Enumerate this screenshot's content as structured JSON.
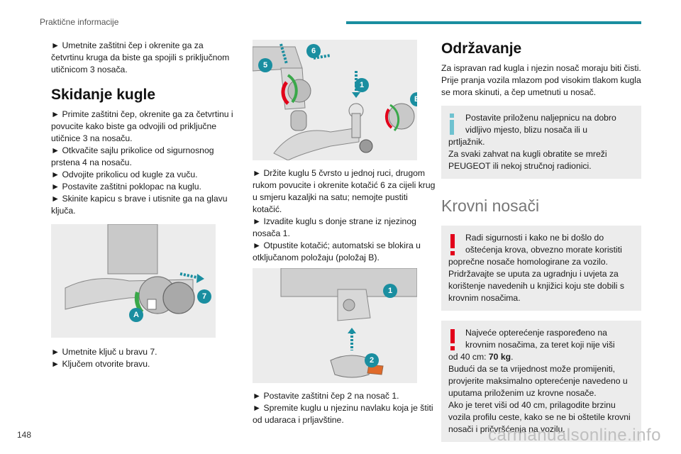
{
  "header": {
    "section_label": "Praktične informacije"
  },
  "page_number": "148",
  "watermark": "carmanualsonline.info",
  "col1": {
    "p1": "► Umetnite zaštitni čep i okrenite ga za četvrtinu kruga da biste ga spojili s priključnom utičnicom 3 nosača.",
    "heading": "Skidanje kugle",
    "steps": [
      "► Primite zaštitni čep, okrenite ga za četvrtinu i povucite kako biste ga odvojili od priključne utičnice 3 na nosaču.",
      "► Otkvačite sajlu prikolice od sigurnosnog prstena 4 na nosaču.",
      "► Odvojite prikolicu od kugle za vuču.",
      "► Postavite zaštitni poklopac na kuglu.",
      "► Skinite kapicu s brave i utisnite ga na glavu ključa."
    ],
    "figure_callouts": [
      "7",
      "A"
    ],
    "after_figure": [
      "► Umetnite ključ u bravu 7.",
      "► Ključem otvorite bravu."
    ]
  },
  "col2": {
    "figure1_callouts": [
      "6",
      "5",
      "1",
      "B"
    ],
    "text": [
      "► Držite kuglu 5 čvrsto u jednoj ruci, drugom rukom povucite i okrenite kotačić 6 za cijeli krug u smjeru kazaljki na satu; nemojte pustiti kotačić.",
      "► Izvadite kuglu s donje strane iz njezinog nosača 1.",
      "► Otpustite kotačić; automatski se blokira u otključanom položaju (položaj B)."
    ],
    "figure2_callouts": [
      "1",
      "2"
    ],
    "after_figure": [
      "► Postavite zaštitni čep 2 na nosač 1.",
      "► Spremite kuglu u njezinu navlaku koja je štiti od udaraca i prljavštine."
    ]
  },
  "col3": {
    "heading": "Održavanje",
    "p1": "Za ispravan rad kugla i njezin nosač moraju biti čisti.",
    "p2": "Prije pranja vozila mlazom pod visokim tlakom kugla se mora skinuti, a čep umetnuti u nosač.",
    "info_note": {
      "line1": "Postavite priloženu naljepnicu na dobro vidljivo mjesto, blizu nosača ili u",
      "line2": "prtljažnik.",
      "line3": "Za svaki zahvat na kugli obratite se mreži PEUGEOT ili nekoj stručnoj radionici."
    },
    "heading2": "Krovni nosači",
    "warning1": {
      "first": "Radi sigurnosti i kako ne bi došlo do oštećenja krova, obvezno morate koristiti",
      "rest": [
        "poprečne nosače homologirane za vozilo.",
        "Pridržavajte se uputa za ugradnju i uvjeta za korištenje navedenih u knjižici koju ste dobili s krovnim nosačima."
      ]
    },
    "warning2": {
      "first": "Najveće opterećenje raspoređeno na krovnim nosačima, za teret koji nije viši",
      "line_a_prefix": "od 40 cm: ",
      "line_a_value": "70 kg",
      "line_a_suffix": ".",
      "rest": [
        "Budući da se ta vrijednost može promijeniti, provjerite maksimalno opterećenje navedeno u uputama priloženim uz krovne nosače.",
        "Ako je teret viši od 40 cm, prilagodite brzinu vozila profilu ceste, kako se ne bi oštetile krovni nosači i pričvršćenja na vozilu."
      ]
    }
  },
  "colors": {
    "accent": "#1a8ea0",
    "warning": "#e2001a",
    "info": "#6fc2d0",
    "box_bg": "#ececec"
  }
}
